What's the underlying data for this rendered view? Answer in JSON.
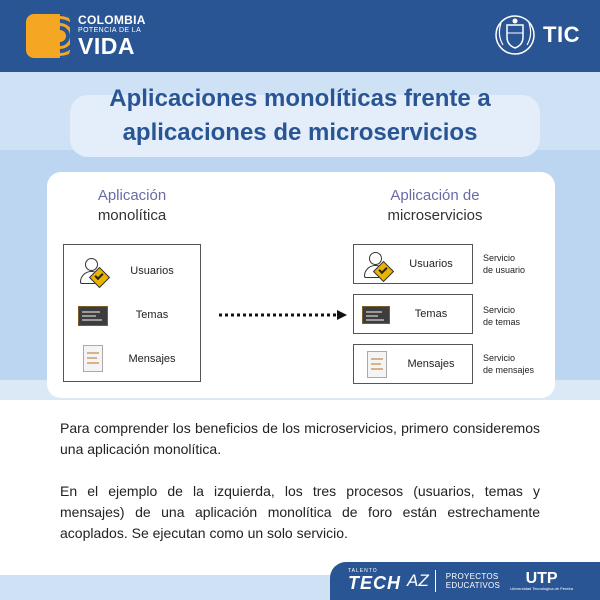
{
  "header": {
    "brand_line1": "COLOMBIA",
    "brand_line2": "POTENCIA DE LA",
    "brand_line3": "VIDA",
    "right_label": "TIC"
  },
  "title": {
    "line1": "Aplicaciones monolíticas frente a",
    "line2": "aplicaciones de microservicios"
  },
  "diagram": {
    "left_title_1": "Aplicación",
    "left_title_2": "monolítica",
    "right_title_1": "Aplicación de",
    "right_title_2": "microservicios",
    "monolith_rows": [
      {
        "label": "Usuarios",
        "icon": "user-shield-icon"
      },
      {
        "label": "Temas",
        "icon": "screen-icon"
      },
      {
        "label": "Mensajes",
        "icon": "document-icon"
      }
    ],
    "services": [
      {
        "label": "Usuarios",
        "note_1": "Servicio",
        "note_2": "de usuario",
        "icon": "user-shield-icon"
      },
      {
        "label": "Temas",
        "note_1": "Servicio",
        "note_2": "de temas",
        "icon": "screen-icon"
      },
      {
        "label": "Mensajes",
        "note_1": "Servicio",
        "note_2": "de mensajes",
        "icon": "document-icon"
      }
    ]
  },
  "body": {
    "paragraph1": "Para comprender los beneficios de los microservicios, primero consideremos una aplicación monolítica.",
    "paragraph2": "En el ejemplo de la izquierda, los tres procesos (usuarios, temas y mensajes) de una aplicación monolítica de foro están estrechamente acoplados. Se ejecutan como un solo servicio."
  },
  "footer": {
    "tech_small": "TALENTO",
    "tech_big": "TECH",
    "az": "AZ",
    "pe_line1": "PROYECTOS",
    "pe_line2": "EDUCATIVOS",
    "utp_big": "UTP",
    "utp_small": "Universidad Tecnológica de Pereira"
  },
  "colors": {
    "header_bg": "#2a5594",
    "title": "#2a5594",
    "accent_orange": "#f5a623",
    "page_bg": "#cfe2f5"
  }
}
